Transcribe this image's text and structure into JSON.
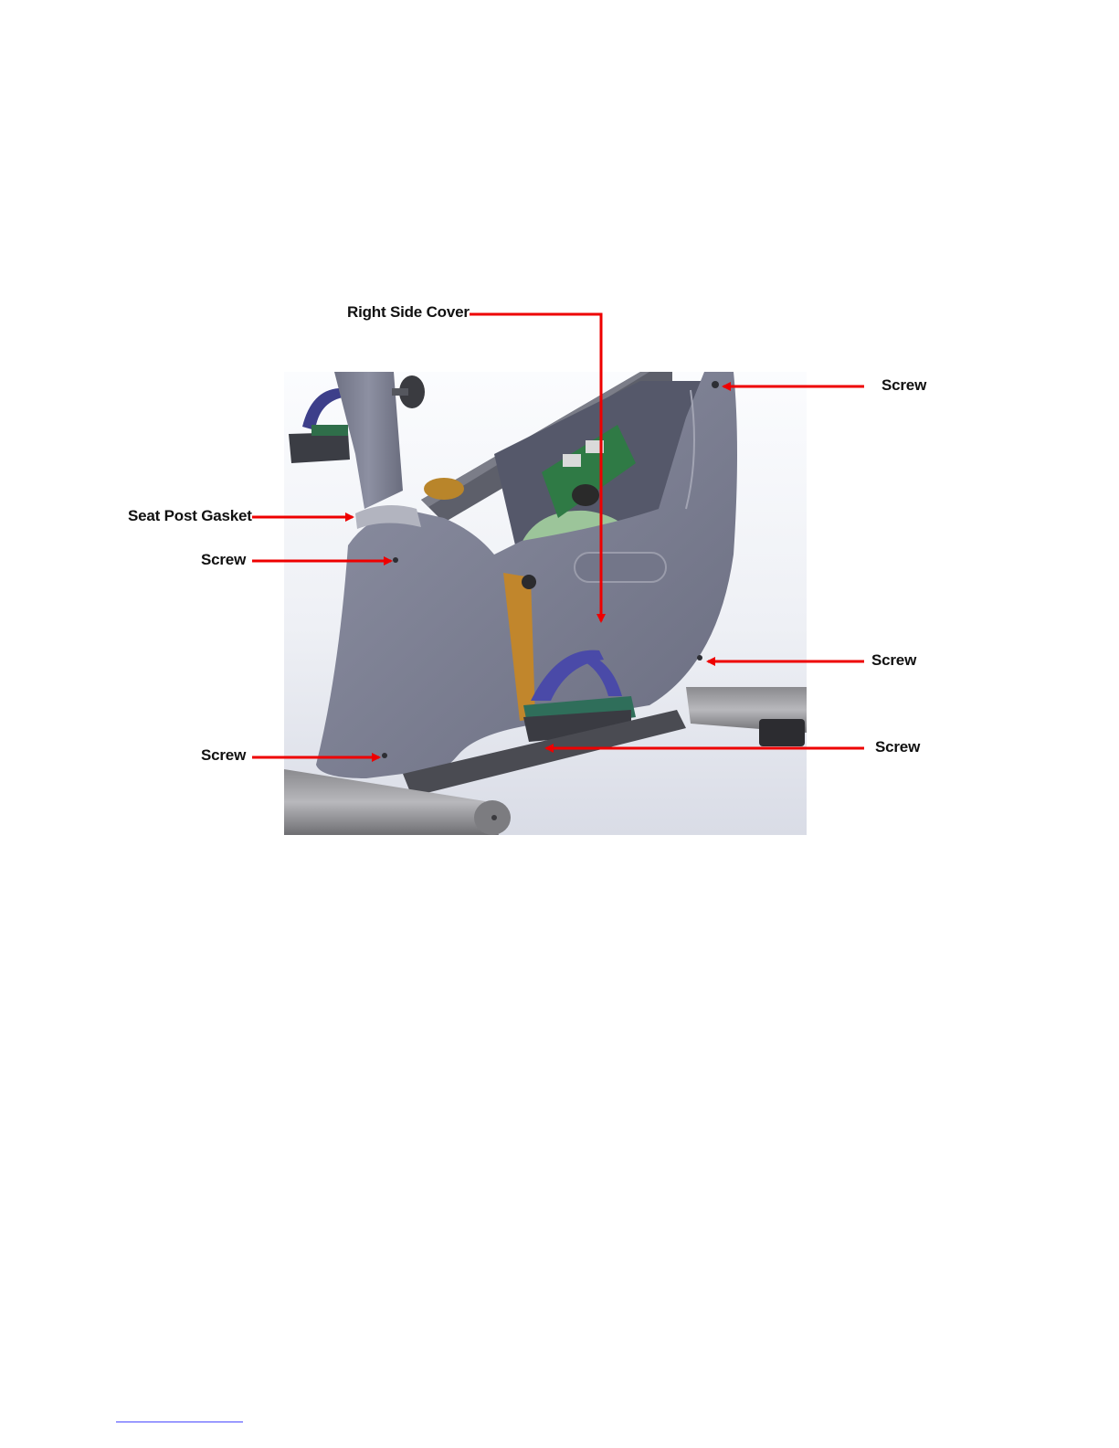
{
  "figure": {
    "callouts": {
      "right_side_cover": "Right Side Cover",
      "screw_top_right": "Screw",
      "seat_post_gasket": "Seat Post Gasket",
      "screw_left_upper": "Screw",
      "screw_right_middle": "Screw",
      "screw_left_lower": "Screw",
      "screw_right_lower": "Screw"
    },
    "arrow_color": "#ee0000",
    "icons": [
      "bike-frame-illustration",
      "pedal-icon",
      "circuit-board-icon"
    ]
  }
}
